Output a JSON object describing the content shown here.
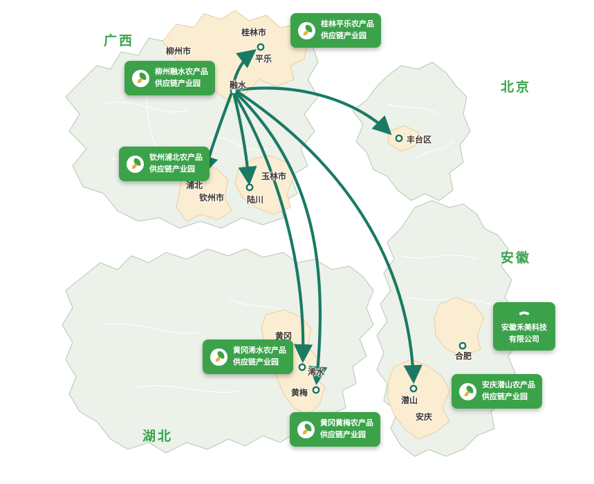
{
  "colors": {
    "callout_green": "#3BA249",
    "arrow_teal": "#1A7A64",
    "map_fill": "#ECF1EA",
    "map_border": "#B3C6B3",
    "highlight_fill": "#FBEDD2",
    "highlight_border": "#EACD9C",
    "province_label_green": "#3AA34A",
    "marker_ring": "#17745F"
  },
  "provinces": {
    "guangxi": "广西",
    "beijing": "北京",
    "anhui": "安徽",
    "hubei": "湖北"
  },
  "cities": {
    "liuzhou": "柳州市",
    "guilin": "桂林市",
    "pingle": "平乐",
    "rongshui": "融水",
    "pubei": "浦北",
    "qinzhou": "钦州市",
    "luchuan": "陆川",
    "yulin": "玉林市",
    "fengtai": "丰台区",
    "huanggang": "黄冈",
    "xishui": "浠水",
    "huangmei": "黄梅",
    "hefei": "合肥",
    "qianshan": "潜山",
    "anqing": "安庆"
  },
  "callouts": {
    "guilin_pingle": {
      "line1": "桂林平乐农产品",
      "line2": "供应链产业园",
      "icon": "leaf-logo"
    },
    "liuzhou_rongshui": {
      "line1": "柳州融水农产品",
      "line2": "供应链产业园",
      "icon": "leaf-logo"
    },
    "qinzhou_pubei": {
      "line1": "钦州浦北农产品",
      "line2": "供应链产业园",
      "icon": "leaf-logo"
    },
    "huanggang_xishui": {
      "line1": "黄冈浠水农产品",
      "line2": "供应链产业园",
      "icon": "leaf-logo"
    },
    "huanggang_huangmei": {
      "line1": "黄冈黄梅农产品",
      "line2": "供应链产业园",
      "icon": "leaf-logo"
    },
    "anhui_hemei": {
      "line1": "安徽禾美科技",
      "line2": "有限公司",
      "icon": "handshake"
    },
    "anqing_qianshan": {
      "line1": "安庆潜山农产品",
      "line2": "供应链产业园",
      "icon": "leaf-logo"
    }
  }
}
